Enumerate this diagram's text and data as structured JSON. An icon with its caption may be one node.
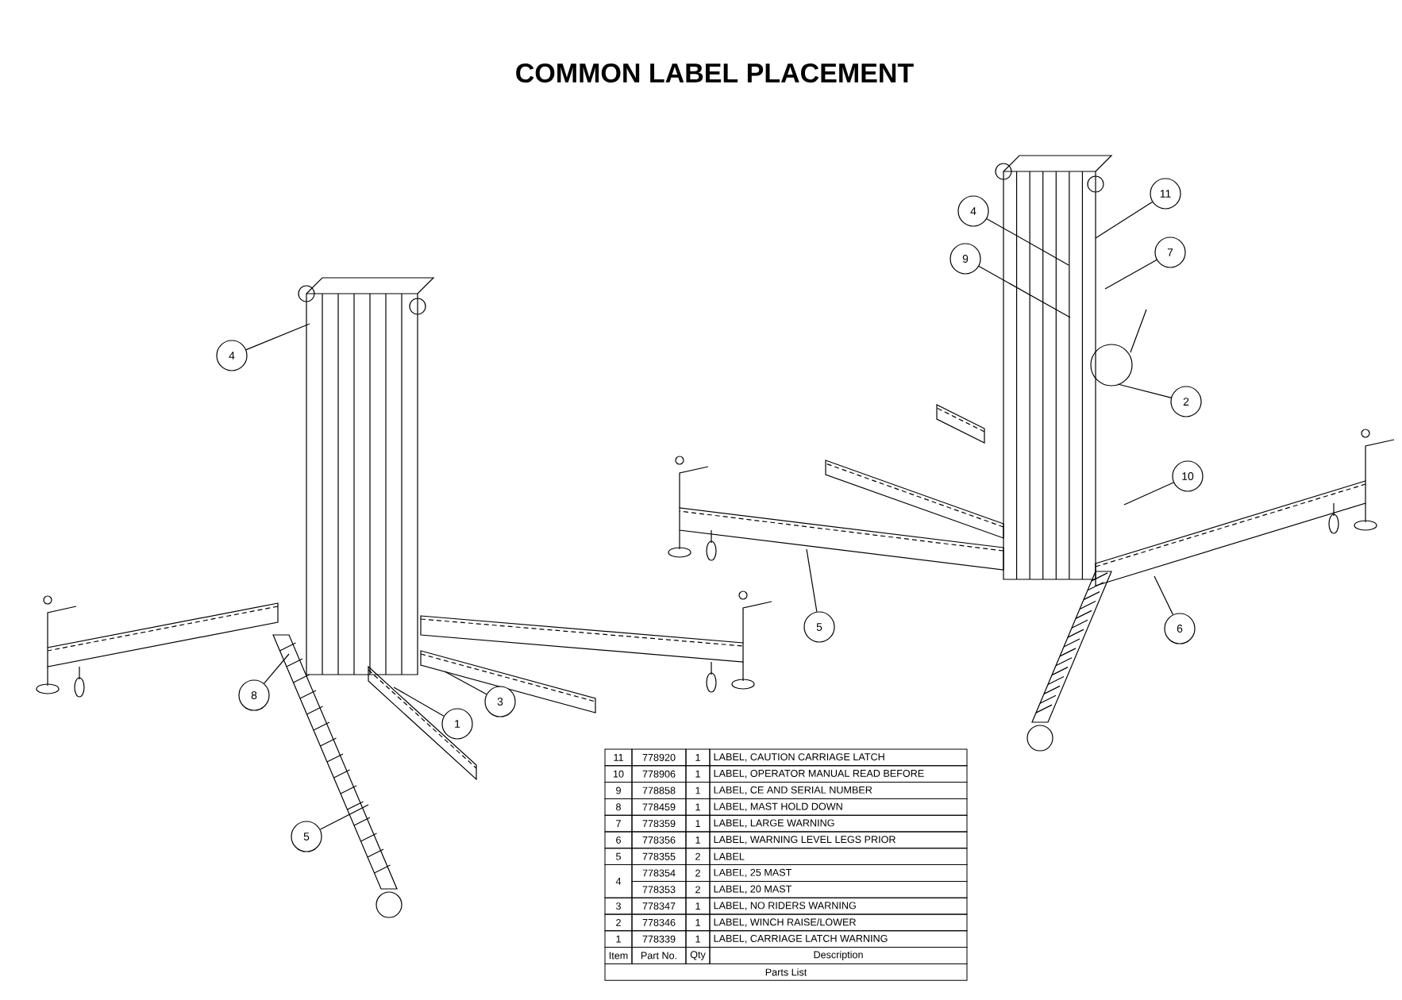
{
  "diagram": {
    "title": "COMMON LABEL PLACEMENT",
    "nodes": [
      {
        "text": [
          "4"
        ]
      },
      {
        "text": [
          "8"
        ]
      },
      {
        "text": [
          "3"
        ]
      },
      {
        "text": [
          "1"
        ]
      },
      {
        "text": [
          "5"
        ]
      },
      {
        "text": [
          "11"
        ]
      },
      {
        "text": [
          "4"
        ]
      },
      {
        "text": [
          "7"
        ]
      },
      {
        "text": [
          "9"
        ]
      },
      {
        "text": [
          "2"
        ]
      },
      {
        "text": [
          "10"
        ]
      },
      {
        "text": [
          "5"
        ]
      },
      {
        "text": [
          "6"
        ]
      }
    ],
    "edges": [
      {
        "from": 0,
        "to": null,
        "arrow": "none"
      },
      {
        "from": 1,
        "to": null,
        "arrow": "none"
      },
      {
        "from": 2,
        "to": null,
        "arrow": "none"
      },
      {
        "from": 3,
        "to": null,
        "arrow": "none"
      },
      {
        "from": 4,
        "to": null,
        "arrow": "none"
      },
      {
        "from": 5,
        "to": null,
        "arrow": "none"
      },
      {
        "from": 6,
        "to": null,
        "arrow": "none"
      },
      {
        "from": 7,
        "to": null,
        "arrow": "none"
      },
      {
        "from": 8,
        "to": null,
        "arrow": "none"
      },
      {
        "from": 9,
        "to": null,
        "arrow": "none"
      },
      {
        "from": 10,
        "to": null,
        "arrow": "none"
      },
      {
        "from": 11,
        "to": null,
        "arrow": "none"
      },
      {
        "from": 12,
        "to": null,
        "arrow": "none"
      }
    ],
    "labels": [
      "11",
      "778920",
      "1",
      "LABEL, CAUTION CARRIAGE LATCH",
      "10",
      "778906",
      "1",
      "LABEL, OPERATOR MANUAL READ BEFORE",
      "9",
      "778858",
      "1",
      "LABEL, CE AND SERIAL NUMBER",
      "8",
      "778459",
      "1",
      "LABEL, MAST HOLD DOWN",
      "7",
      "778359",
      "1",
      "LABEL, LARGE WARNING",
      "6",
      "778356",
      "1",
      "LABEL, WARNING LEVEL LEGS PRIOR",
      "5",
      "778355",
      "2",
      "LABEL",
      "4",
      "778354",
      "2",
      "LABEL, 25 MAST",
      "778353",
      "2",
      "LABEL, 20 MAST",
      "3",
      "778347",
      "1",
      "LABEL, NO RIDERS WARNING",
      "2",
      "778346",
      "1",
      "LABEL, WINCH RAISE/LOWER",
      "1",
      "778339",
      "1",
      "LABEL, CARRIAGE LATCH WARNING",
      "Item",
      "Part No.",
      "Qty",
      "Description",
      "Parts List"
    ]
  }
}
